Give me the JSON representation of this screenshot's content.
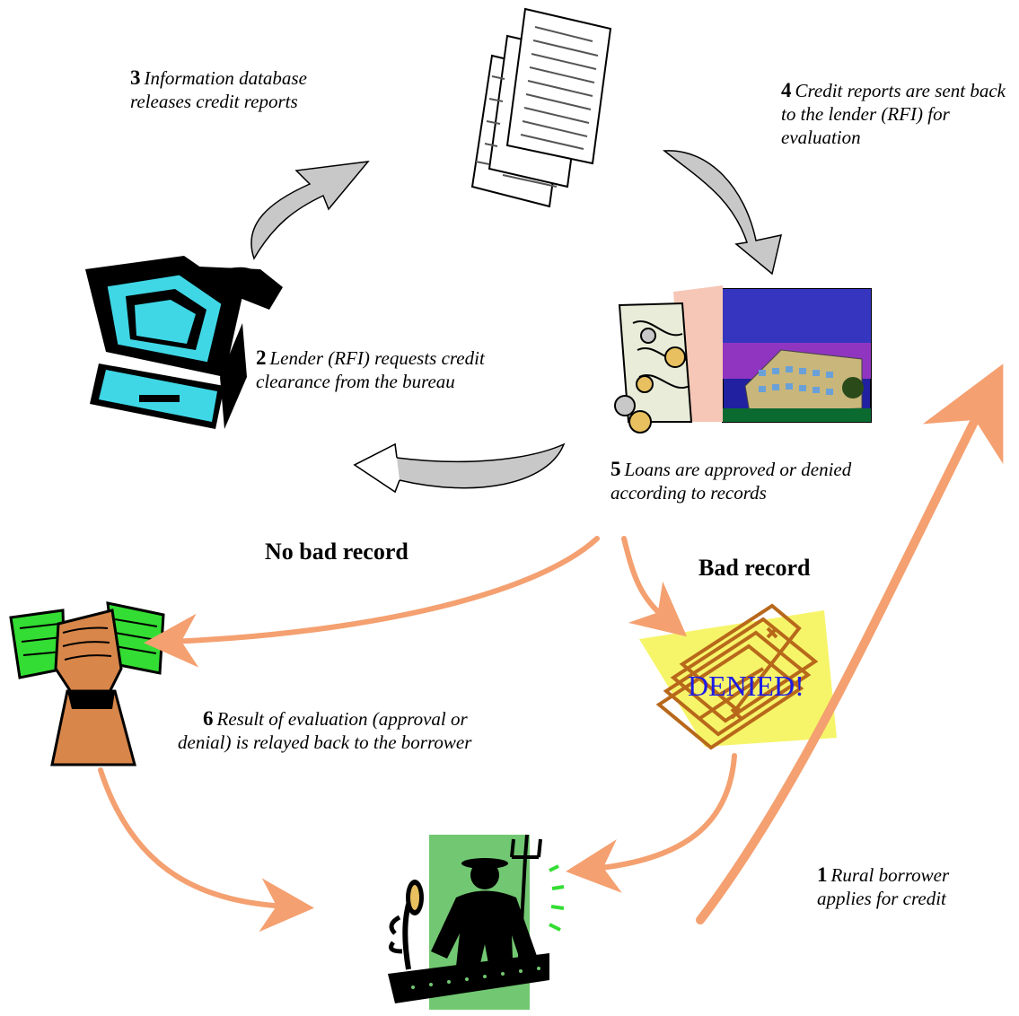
{
  "steps": {
    "s1": {
      "num": "1",
      "text": "Rural borrower applies for credit"
    },
    "s2": {
      "num": "2",
      "text": "Lender (RFI) requests credit clearance from the bureau"
    },
    "s3": {
      "num": "3",
      "text": "Information database releases credit reports"
    },
    "s4": {
      "num": "4",
      "text": "Credit reports are sent back to the lender (RFI) for evaluation"
    },
    "s5": {
      "num": "5",
      "text": "Loans are approved or denied according to records"
    },
    "s6": {
      "num": "6",
      "text": "Result of evaluation (approval or denial) is relayed back to the borrower"
    }
  },
  "branches": {
    "no_bad": "No bad record",
    "bad": "Bad record"
  },
  "stamp": "DENIED!",
  "icons": [
    "computer-icon",
    "documents-icon",
    "bank-building-icon",
    "money-fist-icon",
    "denied-money-icon",
    "farmer-icon"
  ],
  "colors": {
    "grey_arrow": "#c8c8c8",
    "orange_arrow": "#f4a070",
    "computer": "#3fd7e6",
    "money": "#33dd33",
    "farmer_bg": "#72c872",
    "stamp_bg": "#f6f56a",
    "stamp_text": "#1c1ce6"
  }
}
